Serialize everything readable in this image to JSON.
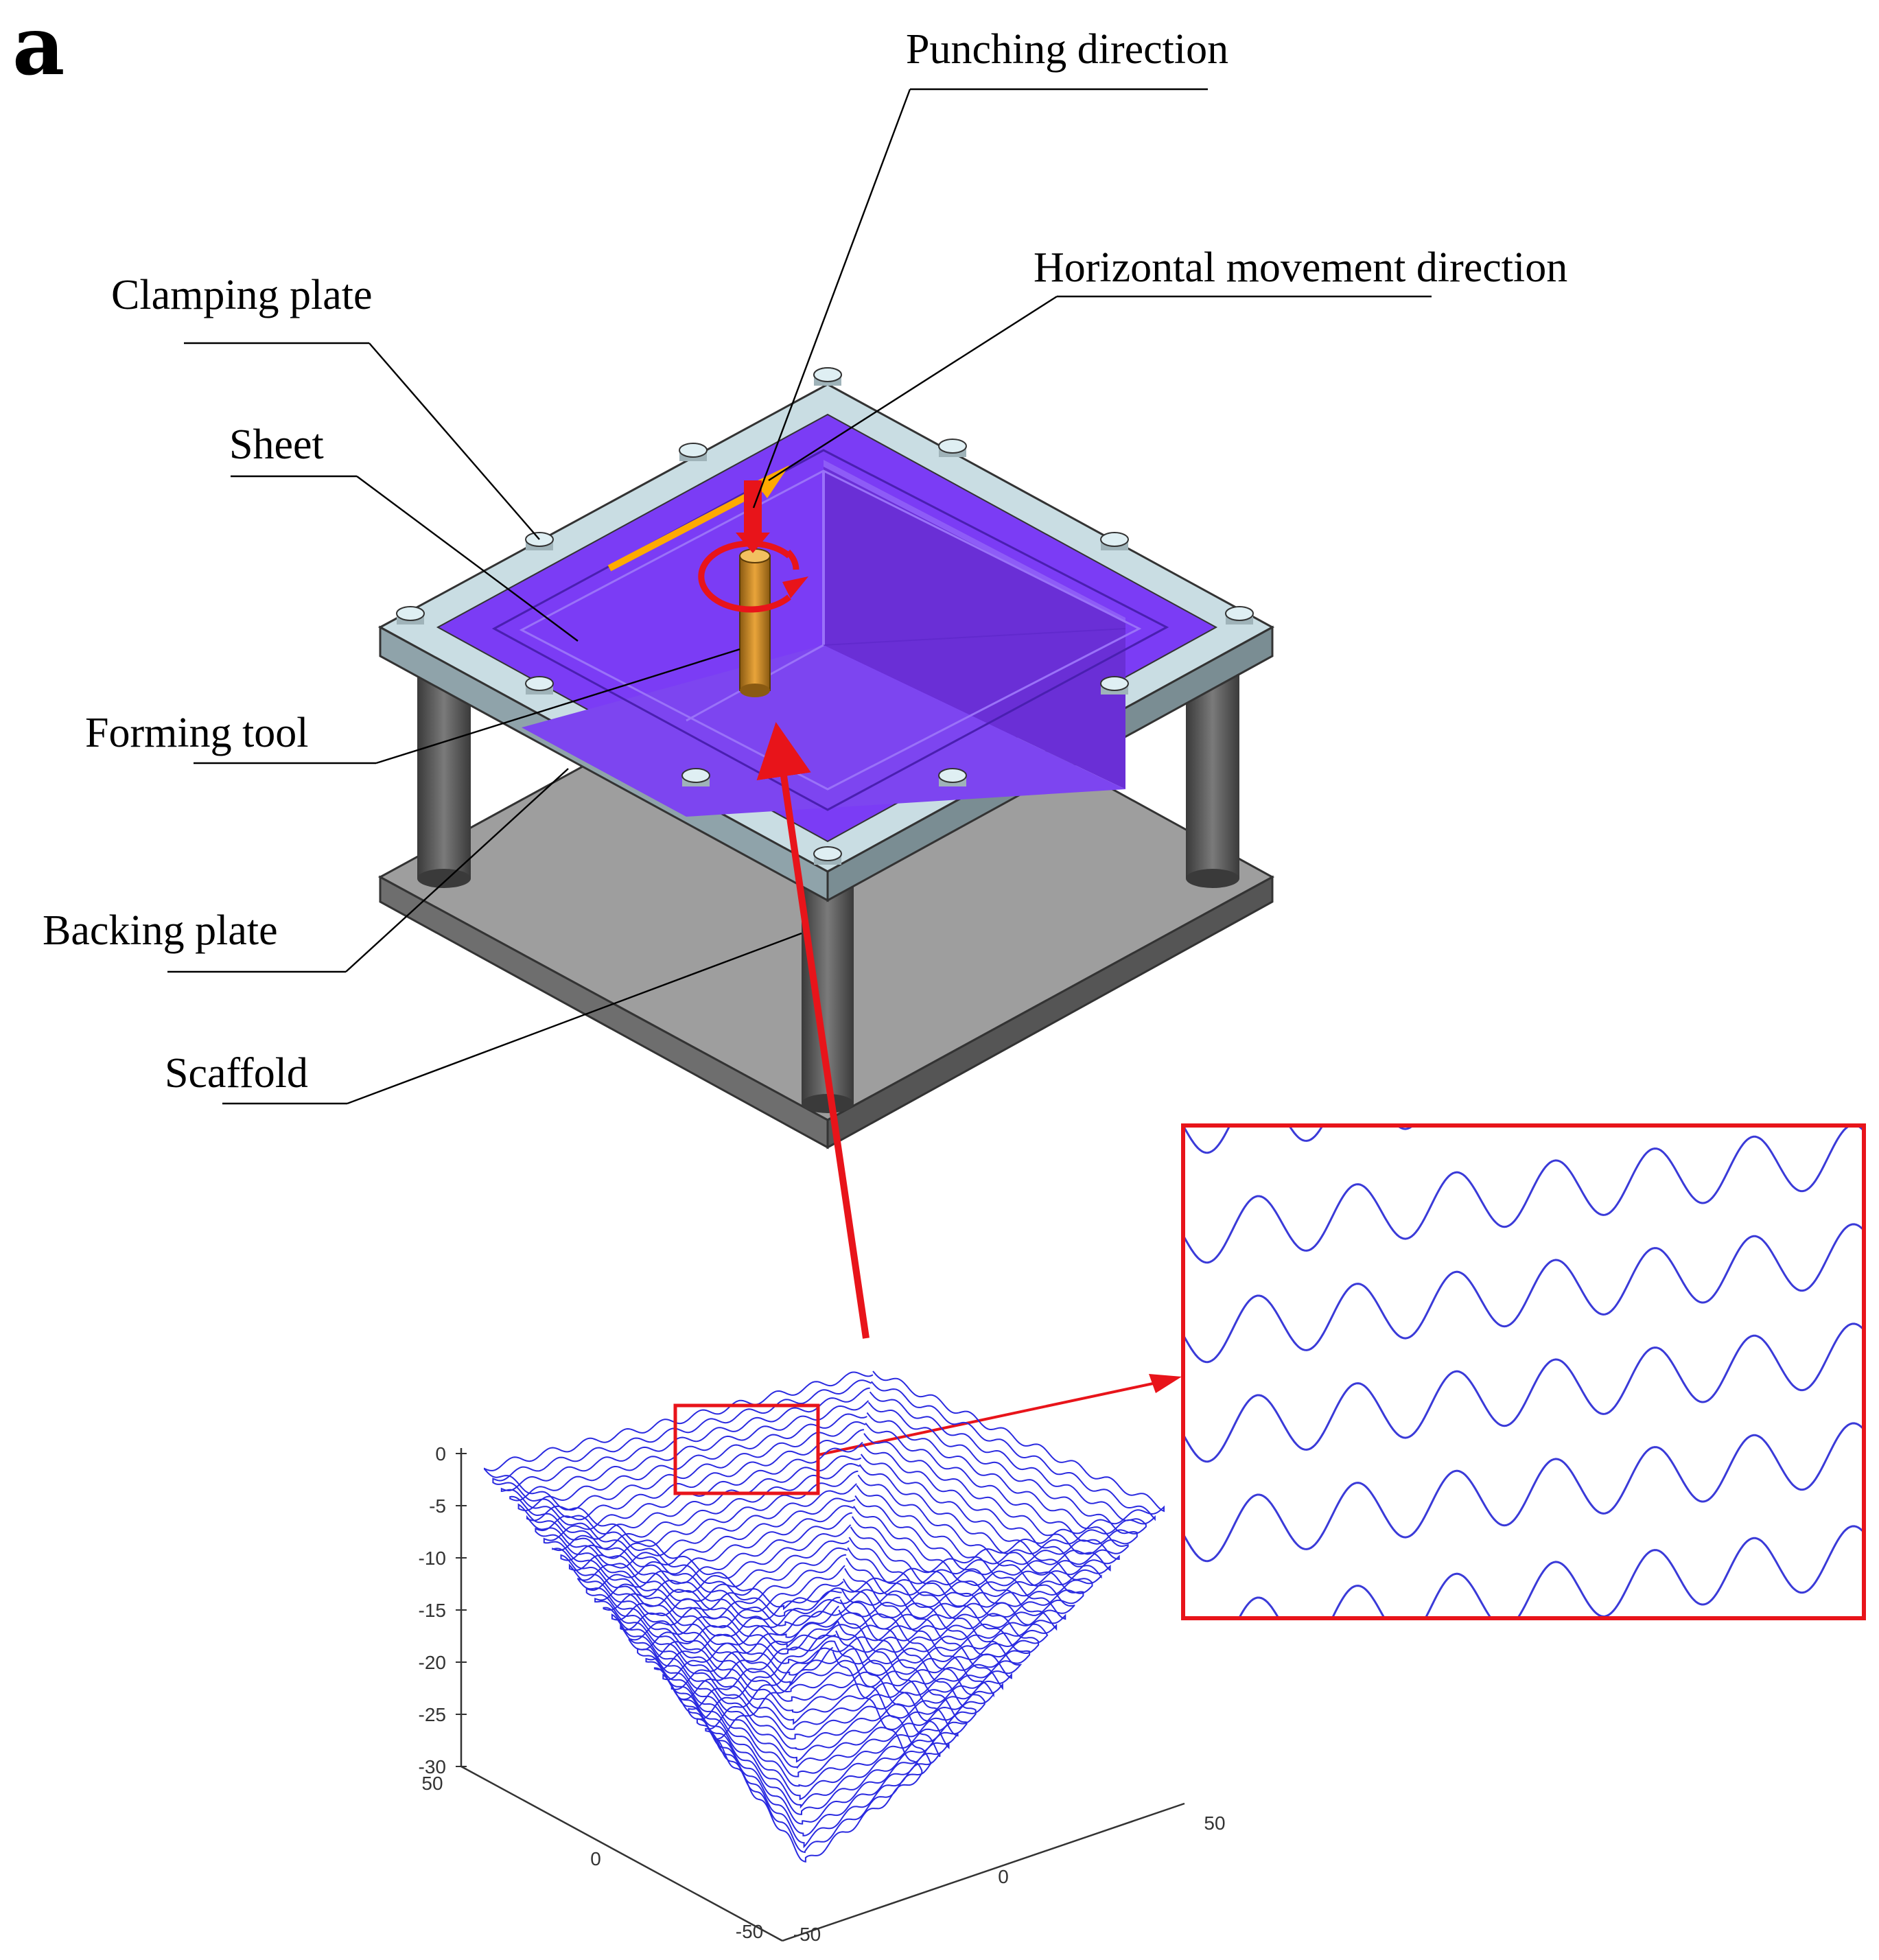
{
  "figure": {
    "panel_letter": "a"
  },
  "callouts": {
    "punching_direction": "Punching direction",
    "horizontal_movement_direction": "Horizontal movement direction",
    "clamping_plate": "Clamping plate",
    "sheet": "Sheet",
    "forming_tool": "Forming tool",
    "backing_plate": "Backing plate",
    "scaffold": "Scaffold"
  },
  "plot": {
    "z_ticks": [
      "0",
      "-5",
      "-10",
      "-15",
      "-20",
      "-25",
      "-30"
    ],
    "y_ticks": [
      "50",
      "0",
      "-50"
    ],
    "x_ticks": [
      "-50",
      "0",
      "50"
    ]
  },
  "colors": {
    "sheet": "#7b3cf5",
    "sheet_wall": "#6a2fd6",
    "clamping_plate": "#c9dde3",
    "backing_plate": "#9a9a9a",
    "scaffold": "#4a4a4a",
    "tool": "#d48a1a",
    "arrow": "#e8141a",
    "toolpath": "#2a2ae0",
    "leader": "#000000"
  }
}
